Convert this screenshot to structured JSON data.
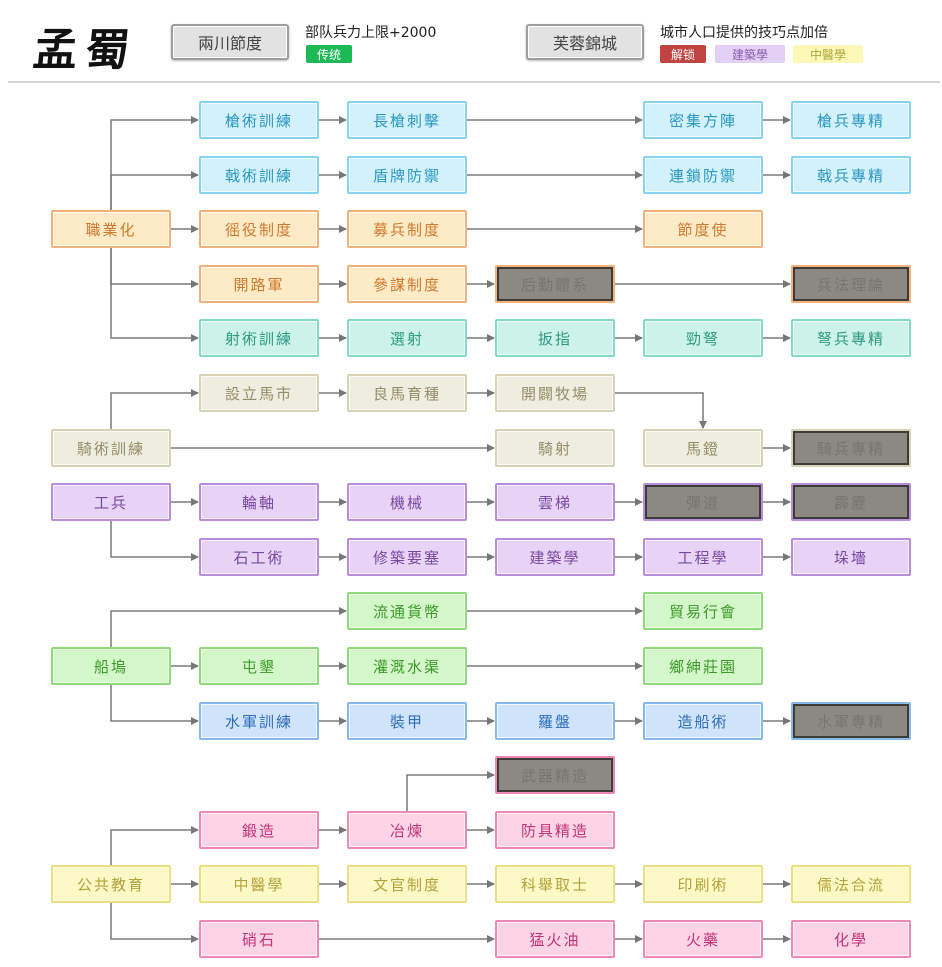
{
  "header": {
    "title": "孟蜀",
    "policy1": {
      "label": "兩川節度",
      "effect": "部队兵力上限+2000",
      "tag": "传统",
      "tag_color": "#1db954"
    },
    "policy2": {
      "label": "芙蓉錦城",
      "effect": "城市人口提供的技巧点加倍",
      "tags": [
        {
          "label": "解锁",
          "bg": "#c0443f",
          "fg": "#ffffff"
        },
        {
          "label": "建築學",
          "bg": "#e3d1f5",
          "fg": "#8a5cb0"
        },
        {
          "label": "中醫學",
          "bg": "#fbf8b8",
          "fg": "#b0a640"
        }
      ]
    }
  },
  "themes": {
    "blue": {
      "bg": "#d3f1fb",
      "border": "#86d4ef",
      "fg": "#2a98c2"
    },
    "orange": {
      "bg": "#fdebc8",
      "border": "#f2b07a",
      "fg": "#cf7a2c"
    },
    "teal": {
      "bg": "#cdf2ea",
      "border": "#83dcc6",
      "fg": "#2c9a80"
    },
    "beige": {
      "bg": "#efece0",
      "border": "#d8d2b4",
      "fg": "#958d66"
    },
    "purple": {
      "bg": "#e6d3f6",
      "border": "#b98ddb",
      "fg": "#7a48a0"
    },
    "green": {
      "bg": "#d3f7c9",
      "border": "#8fdb7a",
      "fg": "#3d9a2a"
    },
    "navy": {
      "bg": "#cfe3fb",
      "border": "#88b9eb",
      "fg": "#2f6eb8"
    },
    "pink": {
      "bg": "#fcd4e6",
      "border": "#ee88b7",
      "fg": "#c23578"
    },
    "yellow": {
      "bg": "#fdf9c6",
      "border": "#ecdf7c",
      "fg": "#b2a23a"
    },
    "locked": {
      "bg": "#8b8982",
      "fg": "#777570"
    }
  },
  "nodes": {
    "qiangshu": {
      "label": "槍術訓練",
      "theme": "blue"
    },
    "changqiang": {
      "label": "長槍刺擊",
      "theme": "blue"
    },
    "miji": {
      "label": "密集方陣",
      "theme": "blue"
    },
    "qiangbing": {
      "label": "槍兵專精",
      "theme": "blue"
    },
    "jishu": {
      "label": "戟術訓練",
      "theme": "blue"
    },
    "dunpai": {
      "label": "盾牌防禦",
      "theme": "blue"
    },
    "liansuo": {
      "label": "連鎖防禦",
      "theme": "blue"
    },
    "jibing": {
      "label": "戟兵專精",
      "theme": "blue"
    },
    "zhiye": {
      "label": "職業化",
      "theme": "orange"
    },
    "yaoyi": {
      "label": "徭役制度",
      "theme": "orange"
    },
    "mubing": {
      "label": "募兵制度",
      "theme": "orange"
    },
    "jiedu": {
      "label": "節度使",
      "theme": "orange"
    },
    "kailu": {
      "label": "開路軍",
      "theme": "orange"
    },
    "canmou": {
      "label": "參謀制度",
      "theme": "orange"
    },
    "houqin": {
      "label": "后勤體系",
      "theme": "orange",
      "locked": true
    },
    "bingfa": {
      "label": "兵法理論",
      "theme": "orange",
      "locked": true
    },
    "sheshu": {
      "label": "射術訓練",
      "theme": "teal"
    },
    "xuanshe": {
      "label": "選射",
      "theme": "teal"
    },
    "banzhi": {
      "label": "扳指",
      "theme": "teal"
    },
    "jingnu": {
      "label": "勁弩",
      "theme": "teal"
    },
    "nubing": {
      "label": "弩兵專精",
      "theme": "teal"
    },
    "mashi": {
      "label": "設立馬市",
      "theme": "beige"
    },
    "liangma": {
      "label": "良馬育種",
      "theme": "beige"
    },
    "muchang": {
      "label": "開闢牧場",
      "theme": "beige"
    },
    "qishu": {
      "label": "騎術訓練",
      "theme": "beige"
    },
    "qishe": {
      "label": "騎射",
      "theme": "beige"
    },
    "madeng": {
      "label": "馬鐙",
      "theme": "beige"
    },
    "qibing": {
      "label": "騎兵專精",
      "theme": "beige",
      "locked": true
    },
    "gongbing": {
      "label": "工兵",
      "theme": "purple"
    },
    "lunzhou": {
      "label": "輪軸",
      "theme": "purple"
    },
    "jixie": {
      "label": "機械",
      "theme": "purple"
    },
    "yunti": {
      "label": "雲梯",
      "theme": "purple"
    },
    "dandao": {
      "label": "彈道",
      "theme": "purple",
      "locked": true
    },
    "pili": {
      "label": "霹靂",
      "theme": "purple",
      "locked": true
    },
    "shigong": {
      "label": "石工術",
      "theme": "purple"
    },
    "yaosai": {
      "label": "修築要塞",
      "theme": "purple"
    },
    "jianzhu": {
      "label": "建築學",
      "theme": "purple"
    },
    "gongcheng": {
      "label": "工程學",
      "theme": "purple"
    },
    "duoqiang": {
      "label": "垛墻",
      "theme": "purple"
    },
    "huobi": {
      "label": "流通貨幣",
      "theme": "green"
    },
    "maoyi": {
      "label": "貿易行會",
      "theme": "green"
    },
    "chuanwu": {
      "label": "船塢",
      "theme": "green"
    },
    "tunken": {
      "label": "屯墾",
      "theme": "green"
    },
    "guangai": {
      "label": "灌溉水渠",
      "theme": "green"
    },
    "xiangshen": {
      "label": "鄉紳莊園",
      "theme": "green"
    },
    "shuijun": {
      "label": "水軍訓練",
      "theme": "navy"
    },
    "zhuangjia": {
      "label": "裝甲",
      "theme": "navy"
    },
    "luopan": {
      "label": "羅盤",
      "theme": "navy"
    },
    "zaochuan": {
      "label": "造船術",
      "theme": "navy"
    },
    "shuijunzj": {
      "label": "水軍專精",
      "theme": "navy",
      "locked": true
    },
    "wuqi": {
      "label": "武器精造",
      "theme": "pink",
      "locked": true
    },
    "duanzao": {
      "label": "鍛造",
      "theme": "pink"
    },
    "yelian": {
      "label": "冶煉",
      "theme": "pink"
    },
    "fangju": {
      "label": "防具精造",
      "theme": "pink"
    },
    "jiaoyu": {
      "label": "公共教育",
      "theme": "yellow"
    },
    "zhongyi": {
      "label": "中醫學",
      "theme": "yellow"
    },
    "wenguan": {
      "label": "文官制度",
      "theme": "yellow"
    },
    "keju": {
      "label": "科舉取士",
      "theme": "yellow"
    },
    "yinshua": {
      "label": "印刷術",
      "theme": "yellow"
    },
    "rufa": {
      "label": "儒法合流",
      "theme": "yellow"
    },
    "xiaoshi": {
      "label": "硝石",
      "theme": "pink"
    },
    "menghuo": {
      "label": "猛火油",
      "theme": "pink"
    },
    "huoyao": {
      "label": "火藥",
      "theme": "pink"
    },
    "huaxue": {
      "label": "化學",
      "theme": "pink"
    }
  },
  "edges": [
    [
      "zhiye",
      "qiangshu",
      "branch"
    ],
    [
      "qiangshu",
      "changqiang",
      "h"
    ],
    [
      "changqiang",
      "miji",
      "h"
    ],
    [
      "miji",
      "qiangbing",
      "h"
    ],
    [
      "zhiye",
      "jishu",
      "branch"
    ],
    [
      "jishu",
      "dunpai",
      "h"
    ],
    [
      "dunpai",
      "liansuo",
      "h"
    ],
    [
      "liansuo",
      "jibing",
      "h"
    ],
    [
      "zhiye",
      "yaoyi",
      "h"
    ],
    [
      "yaoyi",
      "mubing",
      "h"
    ],
    [
      "mubing",
      "jiedu",
      "h"
    ],
    [
      "zhiye",
      "kailu",
      "branch"
    ],
    [
      "kailu",
      "canmou",
      "h"
    ],
    [
      "canmou",
      "houqin",
      "h"
    ],
    [
      "houqin",
      "bingfa",
      "h"
    ],
    [
      "zhiye",
      "sheshu",
      "branch"
    ],
    [
      "sheshu",
      "xuanshe",
      "h"
    ],
    [
      "xuanshe",
      "banzhi",
      "h"
    ],
    [
      "banzhi",
      "jingnu",
      "h"
    ],
    [
      "jingnu",
      "nubing",
      "h"
    ],
    [
      "qishu",
      "mashi",
      "branch"
    ],
    [
      "mashi",
      "liangma",
      "h"
    ],
    [
      "liangma",
      "muchang",
      "h"
    ],
    [
      "muchang",
      "madeng",
      "drop"
    ],
    [
      "qishu",
      "qishe",
      "h"
    ],
    [
      "madeng",
      "qibing",
      "h"
    ],
    [
      "gongbing",
      "lunzhou",
      "h"
    ],
    [
      "lunzhou",
      "jixie",
      "h"
    ],
    [
      "jixie",
      "yunti",
      "h"
    ],
    [
      "yunti",
      "dandao",
      "h"
    ],
    [
      "dandao",
      "pili",
      "h"
    ],
    [
      "gongbing",
      "shigong",
      "branch"
    ],
    [
      "shigong",
      "yaosai",
      "h"
    ],
    [
      "yaosai",
      "jianzhu",
      "h"
    ],
    [
      "jianzhu",
      "gongcheng",
      "h"
    ],
    [
      "gongcheng",
      "duoqiang",
      "h"
    ],
    [
      "chuanwu",
      "huobi",
      "branch"
    ],
    [
      "huobi",
      "maoyi",
      "h"
    ],
    [
      "chuanwu",
      "tunken",
      "h"
    ],
    [
      "tunken",
      "guangai",
      "h"
    ],
    [
      "guangai",
      "xiangshen",
      "h"
    ],
    [
      "chuanwu",
      "shuijun",
      "branch"
    ],
    [
      "shuijun",
      "zhuangjia",
      "h"
    ],
    [
      "zhuangjia",
      "luopan",
      "h"
    ],
    [
      "luopan",
      "zaochuan",
      "h"
    ],
    [
      "zaochuan",
      "shuijunzj",
      "h"
    ],
    [
      "yelian",
      "wuqi",
      "branch"
    ],
    [
      "jiaoyu",
      "duanzao",
      "branch"
    ],
    [
      "duanzao",
      "yelian",
      "h"
    ],
    [
      "yelian",
      "fangju",
      "h"
    ],
    [
      "jiaoyu",
      "zhongyi",
      "h"
    ],
    [
      "zhongyi",
      "wenguan",
      "h"
    ],
    [
      "wenguan",
      "keju",
      "h"
    ],
    [
      "keju",
      "yinshua",
      "h"
    ],
    [
      "yinshua",
      "rufa",
      "h"
    ],
    [
      "jiaoyu",
      "xiaoshi",
      "branch"
    ],
    [
      "xiaoshi",
      "menghuo",
      "h"
    ],
    [
      "menghuo",
      "huoyao",
      "h"
    ],
    [
      "huoyao",
      "huaxue",
      "h"
    ]
  ]
}
